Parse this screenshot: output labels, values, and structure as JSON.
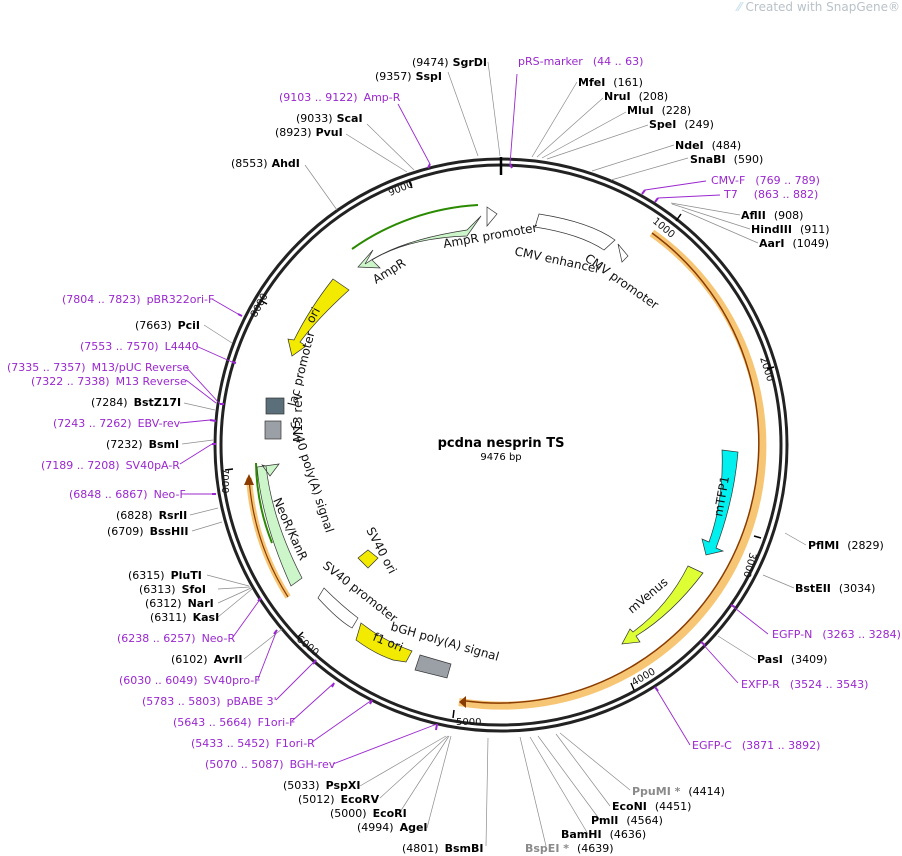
{
  "watermark": "Created with SnapGene®",
  "map": {
    "name": "pcdna nesprin TS",
    "length_label": "9476 bp",
    "total_bp": 9476,
    "colors": {
      "primer": "#9a27cf",
      "orf_highlight": "#f7c675",
      "cds_dark": "#8a3b00"
    }
  },
  "ticks": [
    {
      "pos": 1000,
      "label": "1000"
    },
    {
      "pos": 2000,
      "label": "2000"
    },
    {
      "pos": 3000,
      "label": "3000"
    },
    {
      "pos": 4000,
      "label": "4000"
    },
    {
      "pos": 5000,
      "label": "5000"
    },
    {
      "pos": 6000,
      "label": "6000"
    },
    {
      "pos": 7000,
      "label": "7000"
    },
    {
      "pos": 8000,
      "label": "8000"
    },
    {
      "pos": 9000,
      "label": "9000"
    }
  ],
  "sites": [
    {
      "name": "SgrDI",
      "pos": "(9474)"
    },
    {
      "name": "SspI",
      "pos": "(9357)"
    },
    {
      "name": "ScaI",
      "pos": "(9033)"
    },
    {
      "name": "PvuI",
      "pos": "(8923)"
    },
    {
      "name": "AhdI",
      "pos": "(8553)"
    },
    {
      "name": "MfeI",
      "pos": "(161)"
    },
    {
      "name": "NruI",
      "pos": "(208)"
    },
    {
      "name": "MluI",
      "pos": "(228)"
    },
    {
      "name": "SpeI",
      "pos": "(249)"
    },
    {
      "name": "NdeI",
      "pos": "(484)"
    },
    {
      "name": "SnaBI",
      "pos": "(590)"
    },
    {
      "name": "AflII",
      "pos": "(908)"
    },
    {
      "name": "HindIII",
      "pos": "(911)"
    },
    {
      "name": "AarI",
      "pos": "(1049)"
    },
    {
      "name": "PflMI",
      "pos": "(2829)"
    },
    {
      "name": "BstEII",
      "pos": "(3034)"
    },
    {
      "name": "PasI",
      "pos": "(3409)"
    },
    {
      "name": "PpuMI *",
      "pos": "(4414)"
    },
    {
      "name": "EcoNI",
      "pos": "(4451)"
    },
    {
      "name": "PmlI",
      "pos": "(4564)"
    },
    {
      "name": "BamHI",
      "pos": "(4636)"
    },
    {
      "name": "BspEI *",
      "pos": "(4639)"
    },
    {
      "name": "BsmBI",
      "pos": "(4801)"
    },
    {
      "name": "AgeI",
      "pos": "(4994)"
    },
    {
      "name": "EcoRI",
      "pos": "(5000)"
    },
    {
      "name": "EcoRV",
      "pos": "(5012)"
    },
    {
      "name": "PspXI",
      "pos": "(5033)"
    },
    {
      "name": "AvrII",
      "pos": "(6102)"
    },
    {
      "name": "KasI",
      "pos": "(6311)"
    },
    {
      "name": "NarI",
      "pos": "(6312)"
    },
    {
      "name": "SfoI",
      "pos": "(6313)"
    },
    {
      "name": "PluTI",
      "pos": "(6315)"
    },
    {
      "name": "BssHII",
      "pos": "(6709)"
    },
    {
      "name": "RsrII",
      "pos": "(6828)"
    },
    {
      "name": "BsmI",
      "pos": "(7232)"
    },
    {
      "name": "BstZ17I",
      "pos": "(7284)"
    },
    {
      "name": "PciI",
      "pos": "(7663)"
    }
  ],
  "primers": [
    {
      "name": "pRS-marker",
      "range": "(44 .. 63)"
    },
    {
      "name": "Amp-R",
      "range": "(9103 .. 9122)"
    },
    {
      "name": "CMV-F",
      "range": "(769 .. 789)"
    },
    {
      "name": "T7",
      "range": "(863 .. 882)"
    },
    {
      "name": "EGFP-N",
      "range": "(3263 .. 3284)"
    },
    {
      "name": "EXFP-R",
      "range": "(3524 .. 3543)"
    },
    {
      "name": "EGFP-C",
      "range": "(3871 .. 3892)"
    },
    {
      "name": "BGH-rev",
      "range": "(5070 .. 5087)"
    },
    {
      "name": "F1ori-R",
      "range": "(5433 .. 5452)"
    },
    {
      "name": "F1ori-F",
      "range": "(5643 .. 5664)"
    },
    {
      "name": "pBABE 3'",
      "range": "(5783 .. 5803)"
    },
    {
      "name": "SV40pro-F",
      "range": "(6030 .. 6049)"
    },
    {
      "name": "Neo-R",
      "range": "(6238 .. 6257)"
    },
    {
      "name": "Neo-F",
      "range": "(6848 .. 6867)"
    },
    {
      "name": "SV40pA-R",
      "range": "(7189 .. 7208)"
    },
    {
      "name": "EBV-rev",
      "range": "(7243 .. 7262)"
    },
    {
      "name": "M13 Reverse",
      "range": "(7322 .. 7338)"
    },
    {
      "name": "M13/pUC Reverse",
      "range": "(7335 .. 7357)"
    },
    {
      "name": "L4440",
      "range": "(7553 .. 7570)"
    },
    {
      "name": "pBR322ori-F",
      "range": "(7804 .. 7823)"
    }
  ],
  "features": [
    {
      "name": "AmpR promoter",
      "color": "#ffffff"
    },
    {
      "name": "CMV enhancer",
      "color": "#ffffff"
    },
    {
      "name": "CMV promoter",
      "color": "#ffffff"
    },
    {
      "name": "AmpR",
      "color": "#ccf5c9"
    },
    {
      "name": "ori",
      "color": "#f2ea00"
    },
    {
      "name": "lac promoter",
      "color": "#ffffff"
    },
    {
      "name": "M13 rev",
      "color": "#cfcfcf"
    },
    {
      "name": "SV40 poly(A) signal",
      "color": "#9aa0a6"
    },
    {
      "name": "NeoR/KanR",
      "color": "#ccf5c9"
    },
    {
      "name": "SV40 ori",
      "color": "#f2ea00"
    },
    {
      "name": "SV40 promoter",
      "color": "#ffffff"
    },
    {
      "name": "f1 ori",
      "color": "#f2ea00"
    },
    {
      "name": "bGH poly(A) signal",
      "color": "#9aa0a6"
    },
    {
      "name": "mTFP1",
      "color": "#00f0f0"
    },
    {
      "name": "mVenus",
      "color": "#ddff33"
    }
  ]
}
